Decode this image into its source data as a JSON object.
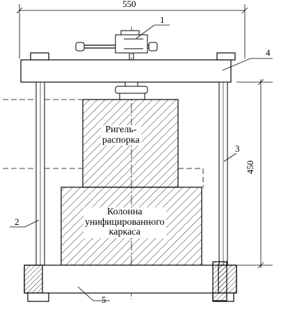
{
  "dimensions": {
    "width_label": "550",
    "height_label": "450"
  },
  "callouts": [
    "1",
    "2",
    "3",
    "4",
    "5"
  ],
  "blocks": {
    "crossbar": [
      "Ригель-",
      "распорка"
    ],
    "column": [
      "Колонна",
      "унифицированного",
      "каркаса"
    ]
  },
  "colors": {
    "line": "#000000",
    "background": "#ffffff"
  }
}
